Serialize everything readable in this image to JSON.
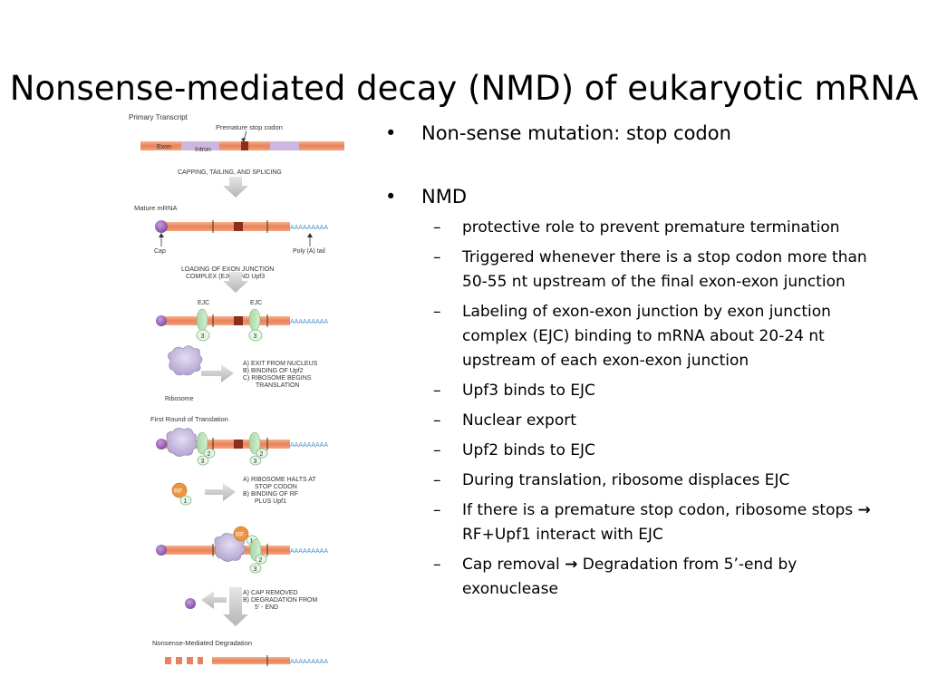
{
  "title": "Nonsense-mediated decay (NMD) of eukaryotic mRNA",
  "bullets": {
    "b1": "Non-sense mutation: stop codon",
    "b2": "NMD"
  },
  "subitems": {
    "s1": "protective role to prevent premature termination",
    "s2": "Triggered whenever there is a stop codon more than 50-55 nt upstream of the final exon-exon junction",
    "s3": "Labeling of exon-exon junction by exon junction complex (EJC) binding to mRNA about 20-24 nt upstream of each exon-exon junction",
    "s4": "Upf3 binds to EJC",
    "s5": "Nuclear export",
    "s6": "Upf2 binds to EJC",
    "s7": "During translation, ribosome displaces EJC",
    "s8a": "If  there is a premature stop codon, ribosome stops ",
    "s8b": " RF+Upf1 interact with EJC",
    "s9a": "Cap removal ",
    "s9b": " Degradation from 5’-end by exonuclease",
    "arrow": "→"
  },
  "figure": {
    "primary_transcript": "Primary Transcript",
    "premature_stop_codon": "Premature stop codon",
    "exon": "Exon",
    "intron": "Intron",
    "step1": "CAPPING, TAILING, AND SPLICING",
    "mature_mrna": "Mature mRNA",
    "polya_seq": "AAAAAAAAA",
    "cap": "Cap",
    "polya_tail": "Poly (A) tail",
    "step2_line1": "LOADING OF EXON JUNCTION",
    "step2_line2": "COMPLEX (EJC) AND Upf3",
    "ejc": "EJC",
    "n3": "3",
    "n2": "2",
    "n1": "1",
    "step3_line1": "A) EXIT FROM NUCLEUS",
    "step3_line2": "B) BINDING OF Upf2",
    "step3_line3": "C) RIBOSOME BEGINS",
    "step3_line4": "TRANSLATION",
    "ribosome": "Ribosome",
    "first_round": "First Round of Translation",
    "step4_line1": "A) RIBOSOME HALTS AT",
    "step4_line2": "STOP CODON",
    "step4_line3": "B) BINDING OF RF",
    "step4_line4": "PLUS Upf1",
    "rf": "RF",
    "step5_line1": "A) CAP REMOVED",
    "step5_line2": "B) DEGRADATION FROM",
    "step5_line3": "5' - END",
    "nmd_label": "Nonsense-Mediated Degradation"
  }
}
